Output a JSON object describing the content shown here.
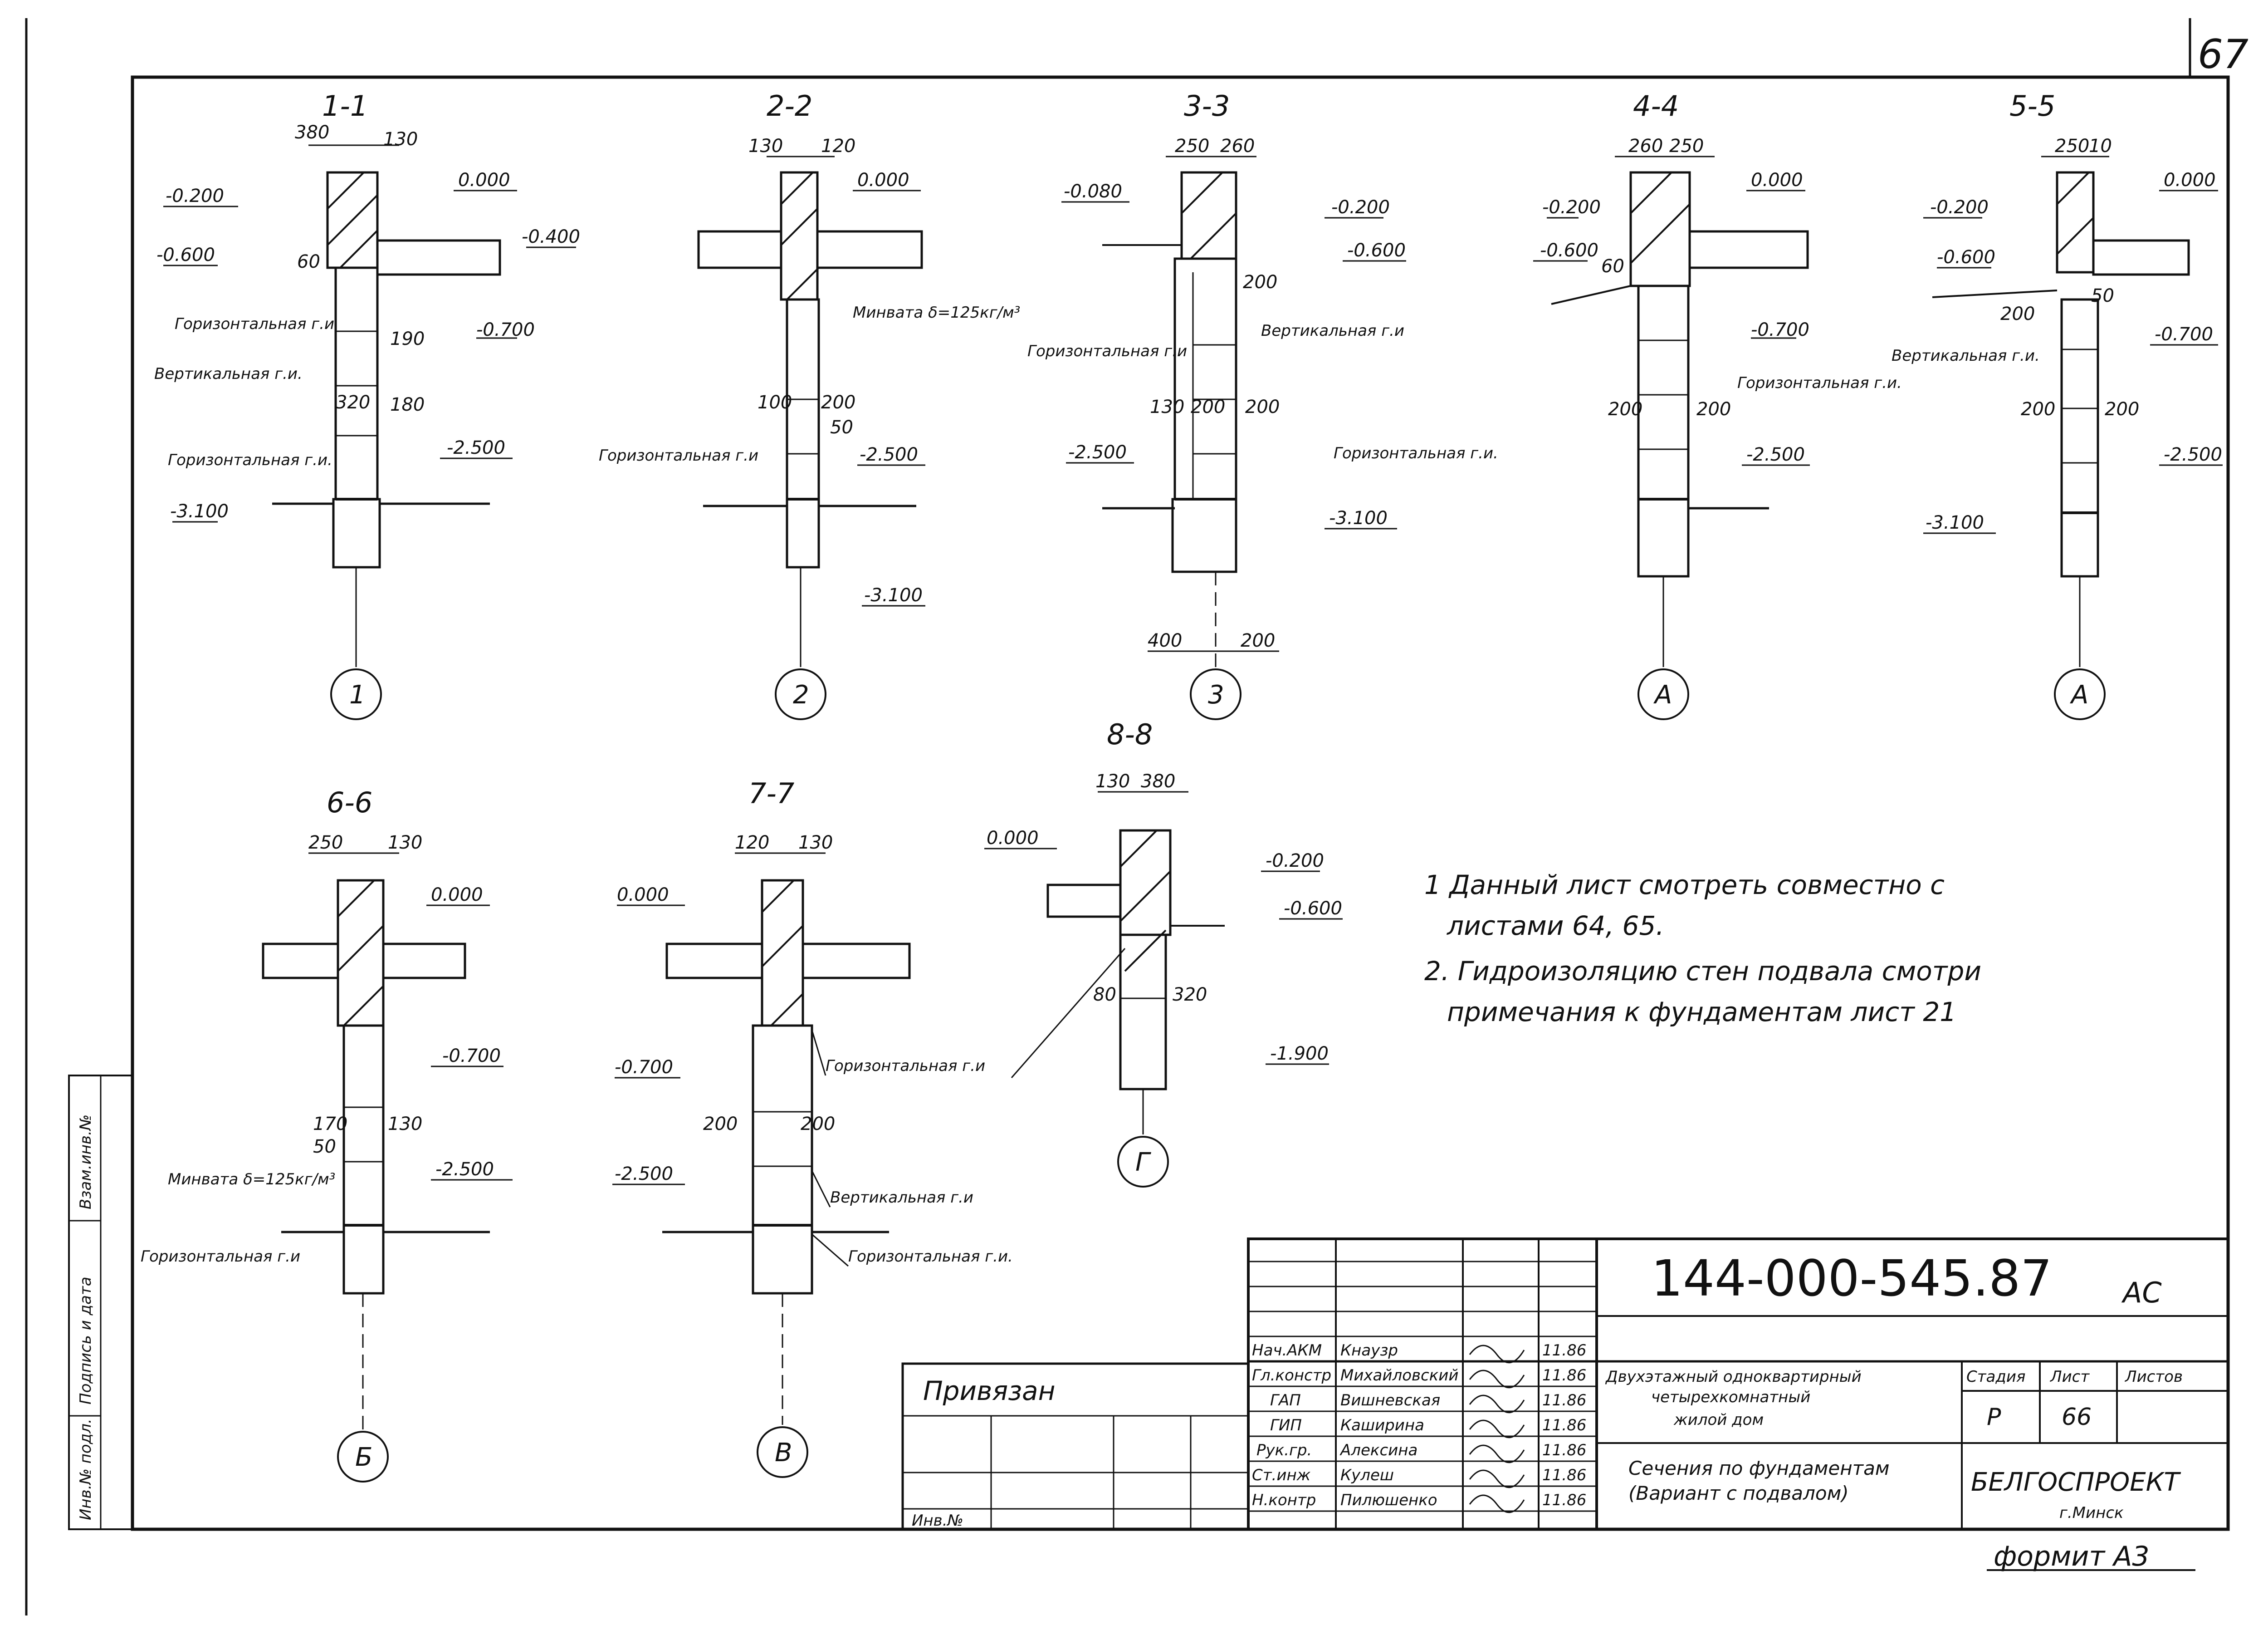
{
  "sheet_number": "67",
  "format_label": "формит А3",
  "sections": [
    {
      "title": "1-1",
      "dims": [
        "380",
        "130",
        "60",
        "190",
        "320",
        "180"
      ],
      "levels": [
        "-0.200",
        "-0.600",
        "0.000",
        "-0.400",
        "-0.700",
        "-2.500",
        "-3.100"
      ],
      "labels": [
        "Горизонтальная г.и",
        "Вертикальная г.и.",
        "Горизонтальная г.и."
      ],
      "axis": "1"
    },
    {
      "title": "2-2",
      "dims": [
        "130",
        "120",
        "100",
        "200",
        "50"
      ],
      "levels": [
        "0.000",
        "-2.500",
        "-3.100"
      ],
      "labels": [
        "Минвата δ=125кг/м³",
        "Горизонтальная г.и"
      ],
      "axis": "2"
    },
    {
      "title": "3-3",
      "dims": [
        "250",
        "260",
        "200",
        "130",
        "200",
        "200",
        "400",
        "200"
      ],
      "levels": [
        "-0.080",
        "-0.200",
        "-0.600",
        "-2.500",
        "-3.100"
      ],
      "labels": [
        "Вертикальная г.и",
        "Горизонтальная г.и",
        "Горизонтальная г.и."
      ],
      "axis": "3"
    },
    {
      "title": "4-4",
      "dims": [
        "260",
        "250",
        "60",
        "200",
        "200"
      ],
      "levels": [
        "-0.200",
        "-0.600",
        "0.000",
        "-0.700",
        "-2.500"
      ],
      "labels": [
        "Горизонтальная г.и."
      ],
      "axis": "А"
    },
    {
      "title": "5-5",
      "dims": [
        "250",
        "10",
        "50",
        "200",
        "200",
        "200"
      ],
      "levels": [
        "-0.200",
        "-0.600",
        "0.000",
        "-0.700",
        "-2.500",
        "-3.100"
      ],
      "labels": [
        "Вертикальная г.и."
      ],
      "axis": "А"
    },
    {
      "title": "6-6",
      "dims": [
        "250",
        "130",
        "170",
        "130",
        "50"
      ],
      "levels": [
        "0.000",
        "-0.700",
        "-2.500"
      ],
      "labels": [
        "Минвата δ=125кг/м³",
        "Горизонтальная г.и"
      ],
      "axis": "Б"
    },
    {
      "title": "7-7",
      "dims": [
        "120",
        "130",
        "200",
        "200"
      ],
      "levels": [
        "0.000",
        "-0.700",
        "-2.500"
      ],
      "labels": [
        "Горизонтальная г.и",
        "Вертикальная г.и",
        "Горизонтальная г.и."
      ],
      "axis": "В"
    },
    {
      "title": "8-8",
      "dims": [
        "130",
        "380",
        "80",
        "320"
      ],
      "levels": [
        "0.000",
        "-0.200",
        "-0.600",
        "-1.900"
      ],
      "labels": [],
      "axis": "Г"
    }
  ],
  "notes": [
    "1 Данный лист смотреть совместно с",
    "листами 64, 65.",
    "2. Гидроизоляцию стен подвала смотри",
    "примечания к фундаментам лист 21"
  ],
  "title_block": {
    "doc_code": "144-000-545.87",
    "doc_mark": "АС",
    "privyazan": "Привязан",
    "inv_no": "Инв.№",
    "signatures": [
      {
        "role": "Нач.АКМ",
        "name": "Кнаузр",
        "date": "11.86"
      },
      {
        "role": "Гл.констр",
        "name": "Михайловский",
        "date": "11.86"
      },
      {
        "role": "ГАП",
        "name": "Вишневская",
        "date": "11.86"
      },
      {
        "role": "ГИП",
        "name": "Каширина",
        "date": "11.86"
      },
      {
        "role": "Рук.гр.",
        "name": "Алексина",
        "date": "11.86"
      },
      {
        "role": "Ст.инж",
        "name": "Кулеш",
        "date": "11.86"
      },
      {
        "role": "Н.контр",
        "name": "Пилюшенко",
        "date": "11.86"
      }
    ],
    "project_title": [
      "Двухэтажный одноквартирный",
      "четырехкомнатный",
      "жилой дом"
    ],
    "sheet_title": [
      "Сечения по фундаментам",
      "(Вариант с подвалом)"
    ],
    "stage_header": "Стадия",
    "sheet_header": "Лист",
    "sheets_header": "Листов",
    "stage": "Р",
    "sheet": "66",
    "org": "БЕЛГОСПРОЕКТ",
    "city": "г.Минск"
  },
  "side_stamp": [
    "Инв.№ подл.",
    "Подпись и дата",
    "Взам.инв.№"
  ]
}
